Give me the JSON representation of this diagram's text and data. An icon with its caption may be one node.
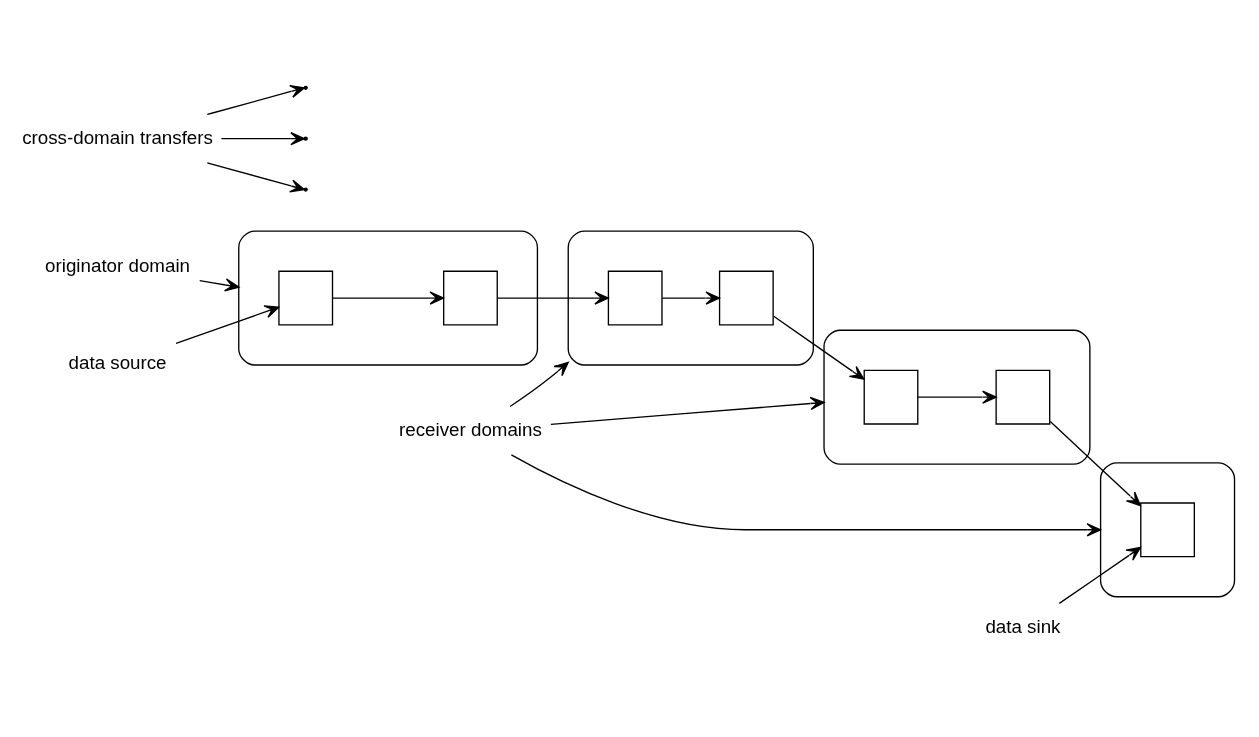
{
  "diagram": {
    "nodes": [
      {
        "text": [],
        "shape": "ellipse"
      },
      {
        "text": [],
        "shape": "box",
        "in": 0
      },
      {
        "text": [],
        "shape": "box",
        "in": 0
      },
      {
        "text": [],
        "shape": "ellipse"
      },
      {
        "text": [],
        "shape": "box",
        "in": 3
      },
      {
        "text": [],
        "shape": "box",
        "in": 3
      },
      {
        "text": [],
        "shape": "ellipse"
      },
      {
        "text": [],
        "shape": "box",
        "in": 6
      },
      {
        "text": [],
        "shape": "box",
        "in": 6
      },
      {
        "text": [],
        "shape": "ellipse"
      },
      {
        "text": [],
        "shape": "box",
        "in": 9
      },
      {
        "text": [
          "originator domain"
        ]
      },
      {
        "text": [
          "receiver domains"
        ]
      },
      {
        "text": [
          "data source"
        ]
      },
      {
        "text": [
          "data sink"
        ]
      },
      {
        "text": [
          "cross-domain transfers"
        ]
      }
    ],
    "edges": [
      {
        "from": 1,
        "to": 2,
        "arrow": "to"
      },
      {
        "from": 2,
        "to": 4,
        "arrow": "to"
      },
      {
        "from": 4,
        "to": 5,
        "arrow": "to"
      },
      {
        "from": 5,
        "to": 7,
        "arrow": "to"
      },
      {
        "from": 7,
        "to": 8,
        "arrow": "to"
      },
      {
        "from": 8,
        "to": 10,
        "arrow": "to"
      },
      {
        "from": 11,
        "to": 0,
        "arrow": "to"
      },
      {
        "from": 12,
        "to": 3,
        "arrow": "to"
      },
      {
        "from": 12,
        "to": 6,
        "arrow": "to"
      },
      {
        "from": 12,
        "to": 9,
        "arrow": "to"
      },
      {
        "from": 13,
        "to": 1,
        "arrow": "to"
      },
      {
        "from": 14,
        "to": 10,
        "arrow": "to"
      },
      {
        "from": 15,
        "to": null,
        "arrow": "to"
      },
      {
        "from": 15,
        "to": null,
        "arrow": "to"
      },
      {
        "from": 15,
        "to": null,
        "arrow": "to"
      }
    ]
  }
}
